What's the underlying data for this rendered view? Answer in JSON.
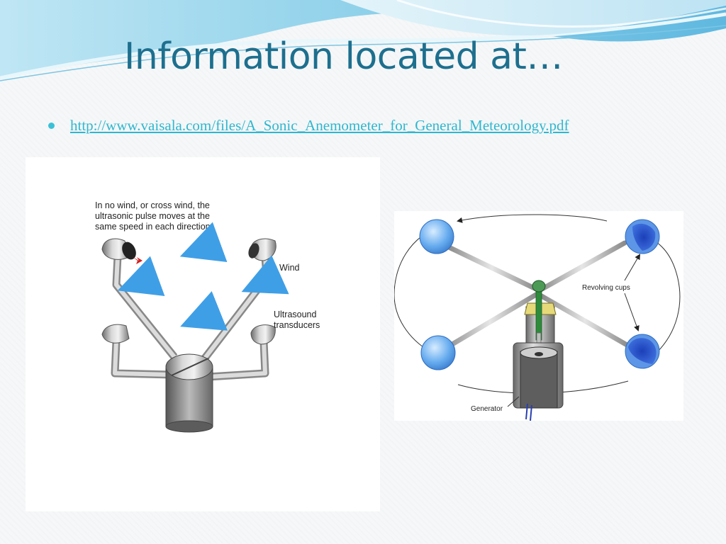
{
  "slide": {
    "title": "Information located at…",
    "link_text": "http://www.vaisala.com/files/A_Sonic_Anemometer_for_General_Meteorology.pdf"
  },
  "sonic_diagram": {
    "note_lines": [
      "In no wind, or cross wind, the",
      "ultrasonic pulse moves at the",
      "same speed in each direction"
    ],
    "wind_label": "Wind",
    "transducers_label_lines": [
      "Ultrasound",
      "transducers"
    ]
  },
  "cup_diagram": {
    "revolving_label": "Revolving cups",
    "generator_label": "Generator"
  },
  "colors": {
    "title": "#1d6f8e",
    "link": "#2fb7cf",
    "bullet": "#3cc0d6",
    "cup_blue": "#6aaef0",
    "wind_arrow": "#3f9fe6",
    "pulse_arrow": "#d32020"
  }
}
